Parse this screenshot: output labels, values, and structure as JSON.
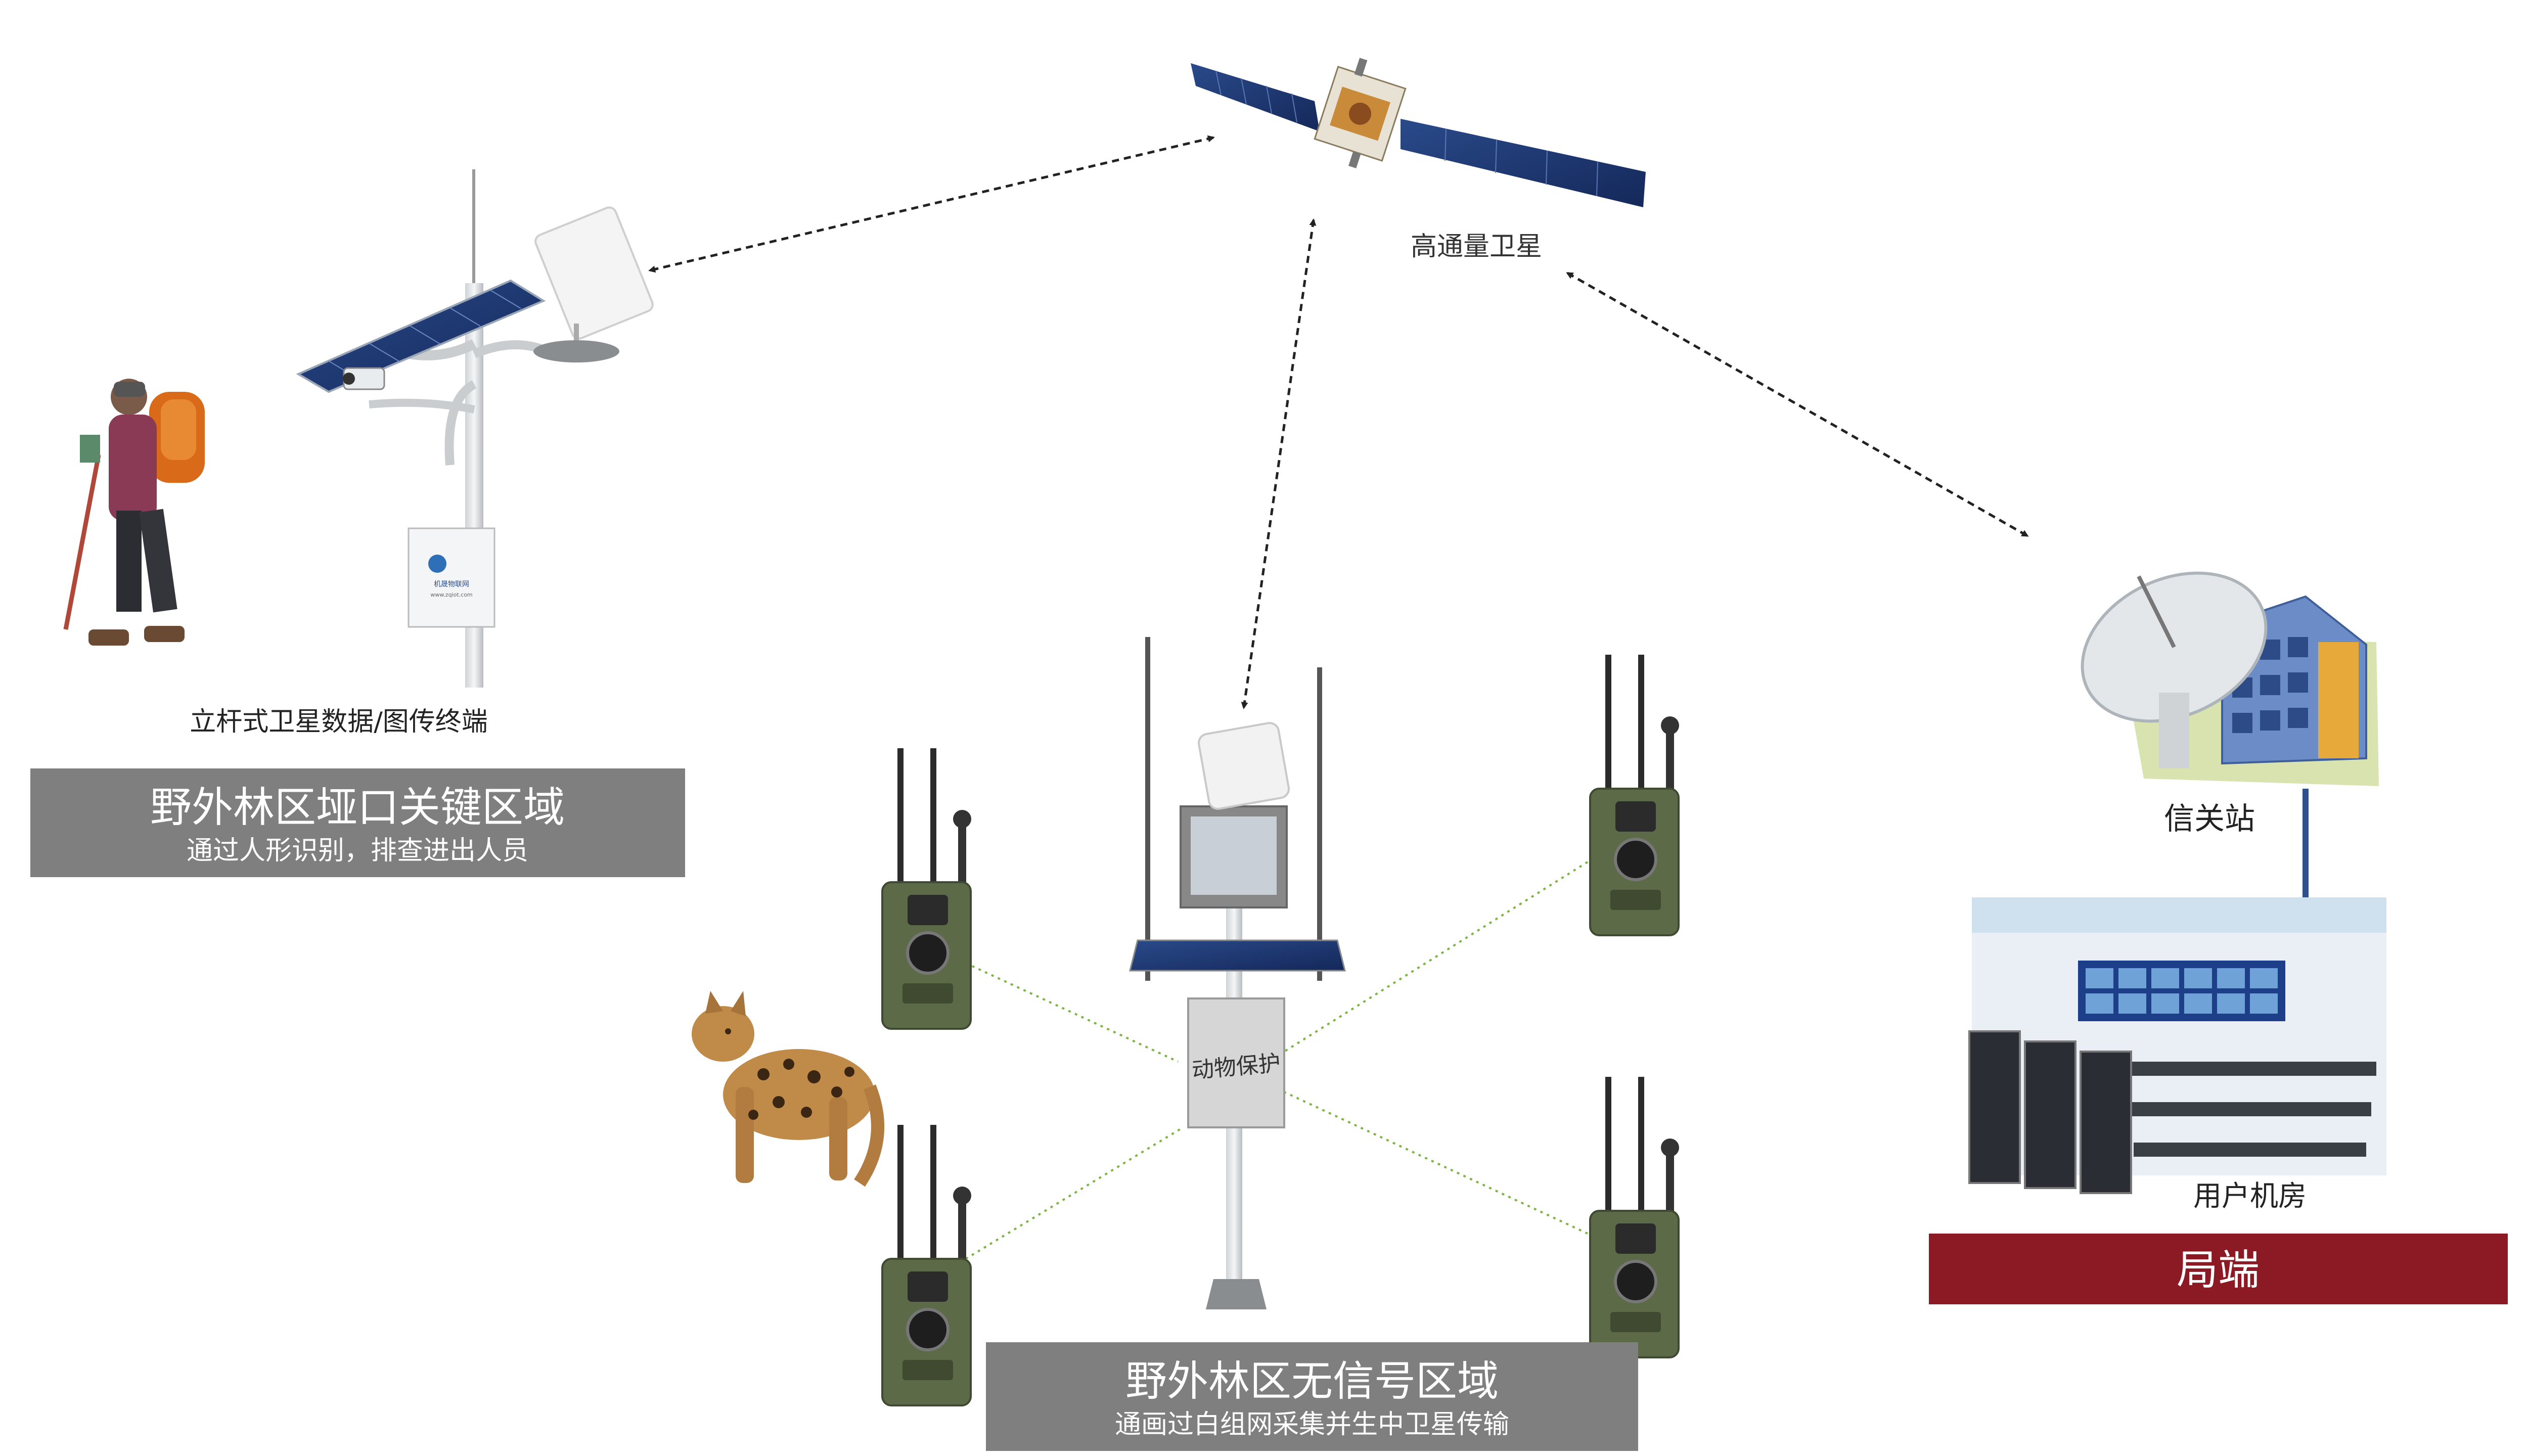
{
  "satellite": {
    "label": "高通量卫星"
  },
  "pole_terminal": {
    "label": "立杆式卫星数据/图传终端",
    "box_logo": "机晟物联网",
    "box_url": "www.zqiot.com"
  },
  "pass_zone": {
    "title": "野外林区垭口关键区域",
    "subtitle": "通过人形识别，排查进出人员"
  },
  "center_station": {
    "box_label": "动物保护"
  },
  "no_signal_zone": {
    "title": "野外林区无信号区域",
    "subtitle": "通画过白组网采集并生中卫星传输"
  },
  "gateway": {
    "label": "信关站"
  },
  "machine_room": {
    "label": "用户机房"
  },
  "office_end": {
    "title": "局端"
  },
  "colors": {
    "gray_banner": "#7f7f7f",
    "red_banner": "#8b1a24",
    "dotted_link": "#7cb342",
    "arrow": "#222222",
    "connector": "#2f4f8f"
  }
}
